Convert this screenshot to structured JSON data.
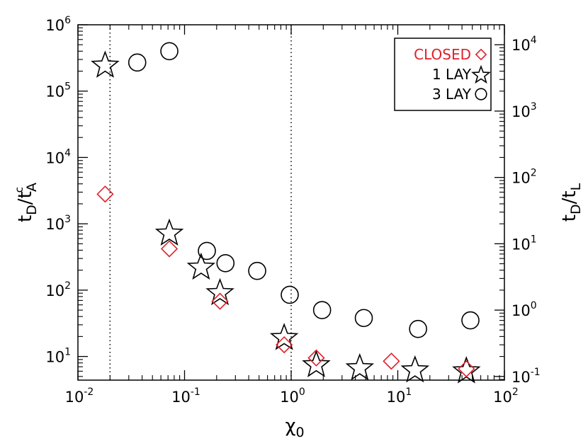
{
  "chart_data": {
    "type": "scatter",
    "xlabel": {
      "base": "χ",
      "sub": "0"
    },
    "ylabel_left": {
      "t": "t",
      "sub1": "D",
      "slash": "/t",
      "sup": "c",
      "sub2": "A"
    },
    "ylabel_right": {
      "t": "t",
      "sub1": "D",
      "slash": "/t",
      "sub2": "L"
    },
    "x_scale": "log",
    "y_scale": "log",
    "xlim": [
      0.01,
      100
    ],
    "ylim_left": [
      4.4,
      1000000
    ],
    "ylim_right": [
      0.088,
      20000
    ],
    "x_ticks": [
      {
        "v": 0.01,
        "base": "10",
        "exp": "-2"
      },
      {
        "v": 0.1,
        "base": "10",
        "exp": "-1"
      },
      {
        "v": 1,
        "base": "10",
        "exp": "0"
      },
      {
        "v": 10,
        "base": "10",
        "exp": "1"
      },
      {
        "v": 100,
        "base": "10",
        "exp": "2"
      }
    ],
    "y_left_ticks": [
      {
        "v": 10,
        "base": "10",
        "exp": "1"
      },
      {
        "v": 100,
        "base": "10",
        "exp": "2"
      },
      {
        "v": 1000,
        "base": "10",
        "exp": "3"
      },
      {
        "v": 10000,
        "base": "10",
        "exp": "4"
      },
      {
        "v": 100000,
        "base": "10",
        "exp": "5"
      },
      {
        "v": 1000000,
        "base": "10",
        "exp": "6"
      }
    ],
    "y_right_ticks": [
      {
        "v": 0.1,
        "base": "10",
        "exp": "-1"
      },
      {
        "v": 1,
        "base": "10",
        "exp": "0"
      },
      {
        "v": 10,
        "base": "10",
        "exp": "1"
      },
      {
        "v": 100,
        "base": "10",
        "exp": "2"
      },
      {
        "v": 1000,
        "base": "10",
        "exp": "3"
      },
      {
        "v": 10000,
        "base": "10",
        "exp": "4"
      }
    ],
    "vlines": [
      0.02,
      1.0
    ],
    "legend_position": "top-right",
    "series": [
      {
        "name": "CLOSED",
        "marker": "diamond",
        "color": "#e0202a",
        "points": [
          [
            0.018,
            2800
          ],
          [
            0.072,
            420
          ],
          [
            0.215,
            68
          ],
          [
            0.86,
            15
          ],
          [
            1.72,
            9.5
          ],
          [
            8.7,
            8.5
          ],
          [
            44,
            6.5
          ]
        ]
      },
      {
        "name": "1 LAY",
        "marker": "star",
        "color": "#000000",
        "points": [
          [
            0.018,
            255000
          ],
          [
            0.072,
            750
          ],
          [
            0.143,
            230
          ],
          [
            0.215,
            95
          ],
          [
            0.86,
            20
          ],
          [
            1.72,
            7.8
          ],
          [
            4.4,
            7.0
          ],
          [
            14.5,
            6.5
          ],
          [
            44,
            6.3
          ]
        ]
      },
      {
        "name": "3 LAY",
        "marker": "circle",
        "color": "#000000",
        "points": [
          [
            0.036,
            270000
          ],
          [
            0.072,
            400000
          ],
          [
            0.162,
            390
          ],
          [
            0.242,
            255
          ],
          [
            0.48,
            195
          ],
          [
            0.97,
            85
          ],
          [
            1.95,
            50
          ],
          [
            4.8,
            38
          ],
          [
            15.5,
            26
          ],
          [
            48,
            35
          ]
        ]
      }
    ]
  }
}
